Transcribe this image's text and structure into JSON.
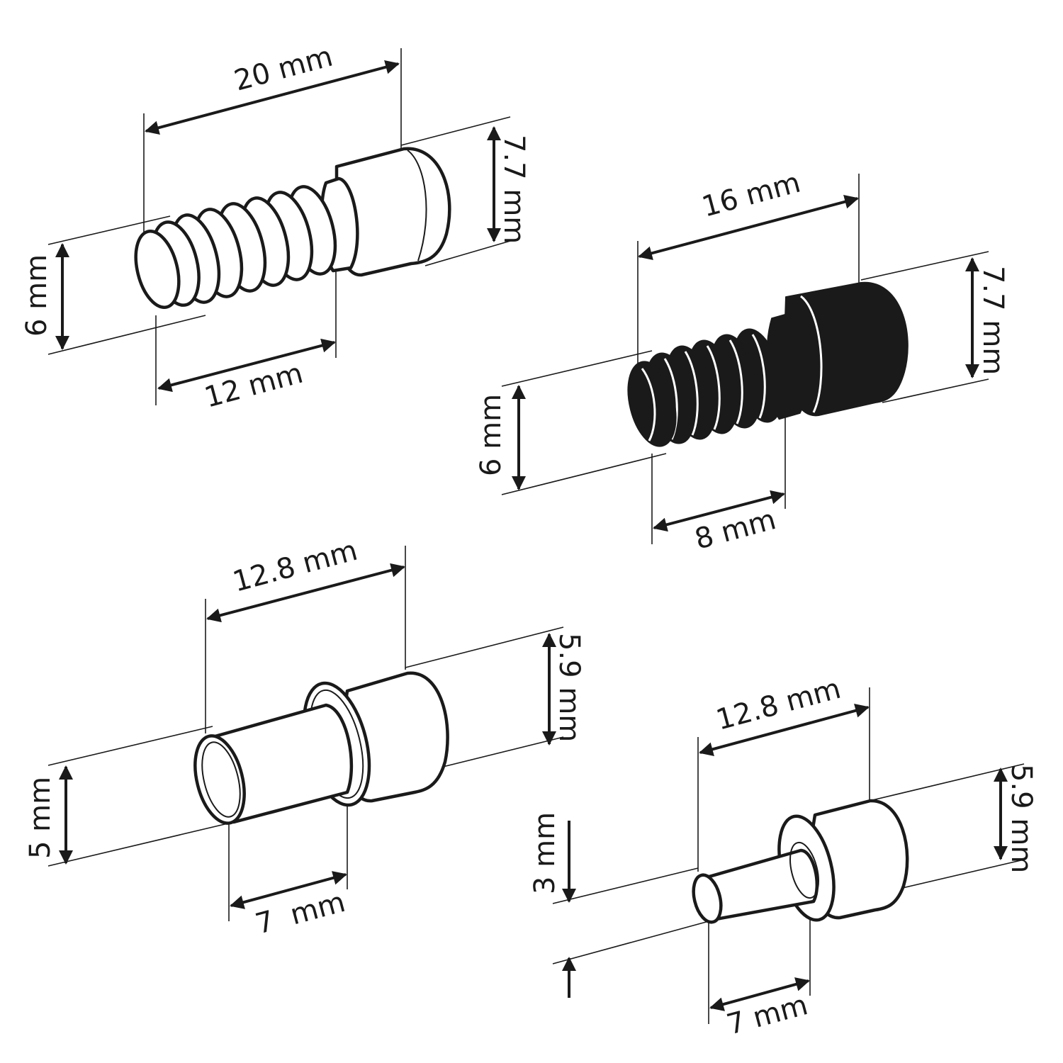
{
  "figures": [
    {
      "id": "threaded-pin-light",
      "labels": {
        "total_length": "20 mm",
        "head_diameter": "7.7 mm",
        "shank_diameter": "6 mm",
        "shank_length": "12 mm"
      }
    },
    {
      "id": "threaded-pin-dark",
      "labels": {
        "total_length": "16 mm",
        "head_diameter": "7.7 mm",
        "shank_diameter": "6 mm",
        "shank_length": "8 mm"
      }
    },
    {
      "id": "plain-pin-large",
      "labels": {
        "total_length": "12.8 mm",
        "head_diameter": "5.9 mm",
        "shank_diameter": "5 mm",
        "shank_length": "7  mm"
      }
    },
    {
      "id": "plain-pin-small",
      "labels": {
        "total_length": "12.8 mm",
        "head_diameter": "5.9 mm",
        "shank_diameter": "3 mm",
        "shank_length": "7 mm"
      }
    }
  ],
  "colors": {
    "ink": "#1a1a1a",
    "background": "#ffffff"
  }
}
